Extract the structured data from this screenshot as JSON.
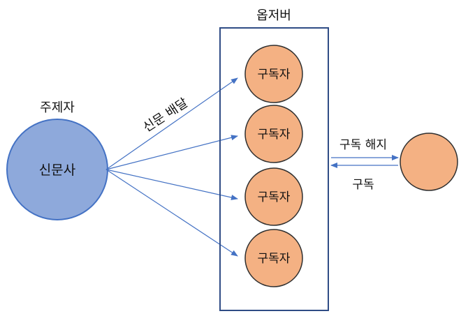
{
  "subject": {
    "caption": "주제자",
    "name": "신문사"
  },
  "observer_group": {
    "caption": "옵저버",
    "subscribers": [
      "구독자",
      "구독자",
      "구독자",
      "구독자"
    ]
  },
  "delivery_label": "신문 배달",
  "arrows": {
    "unsubscribe_label": "구독 해지",
    "subscribe_label": "구독"
  },
  "external_subscriber": {
    "label": ""
  },
  "colors": {
    "subject_fill": "#8EA9DB",
    "subject_stroke": "#4472C4",
    "subscriber_fill": "#F4B183",
    "box_stroke": "#2F4C85",
    "arrow": "#4472C4"
  }
}
